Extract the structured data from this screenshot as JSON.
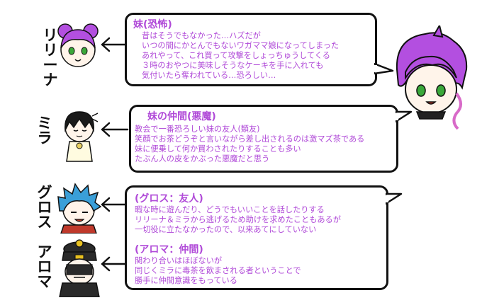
{
  "characters": {
    "lily": {
      "name": "リリーナ"
    },
    "mira": {
      "name": "ミラ"
    },
    "gross": {
      "name": "グロス"
    },
    "aroma": {
      "name": "アロマ"
    }
  },
  "bubbles": {
    "sister": {
      "title": "妹(恐怖)",
      "lines": [
        "昔はそうでもなかった…ハズだが",
        "いつの間にかとんでもないワガママ娘になってしまった",
        "あれやって、これ買って攻撃をしょっちゅうしてくる",
        "３時のおやつに美味しそうなケーキを手に入れても",
        "気付いたら奪われている…恐ろしい…"
      ]
    },
    "mira": {
      "title": "妹の仲間(悪魔)",
      "lines": [
        "教会で一番恐ろしい妹の友人(類友)",
        "笑顔でお茶どうぞと言いながら差し出されるのは激マズ茶である",
        "妹に便乗して何か買わされたりすることも多い",
        "たぶん人の皮をかぶった悪魔だと思う"
      ]
    },
    "gross": {
      "title": "(グロス：友人)",
      "lines": [
        "暇な時に遊んだり、どうでもいいことを話したりする",
        "リリーナ＆ミラから逃げるため助けを求めたこともあるが",
        "一切役に立たなかったので、以来あてにしていない"
      ]
    },
    "aroma": {
      "title": "(アロマ：仲間)",
      "lines": [
        "関わり合いはほぼないが",
        "同じくミラに毒茶を飲まされる者ということで",
        "勝手に仲間意識をもっている"
      ]
    }
  },
  "colors": {
    "text_purple": "#b04ad8",
    "hair_purple": "#b34fe0",
    "hair_blue": "#3a9fd8",
    "hair_black": "#1a1a1a",
    "outline": "#111111",
    "eye_green": "#3aa83a",
    "skin": "#fff4ea"
  }
}
